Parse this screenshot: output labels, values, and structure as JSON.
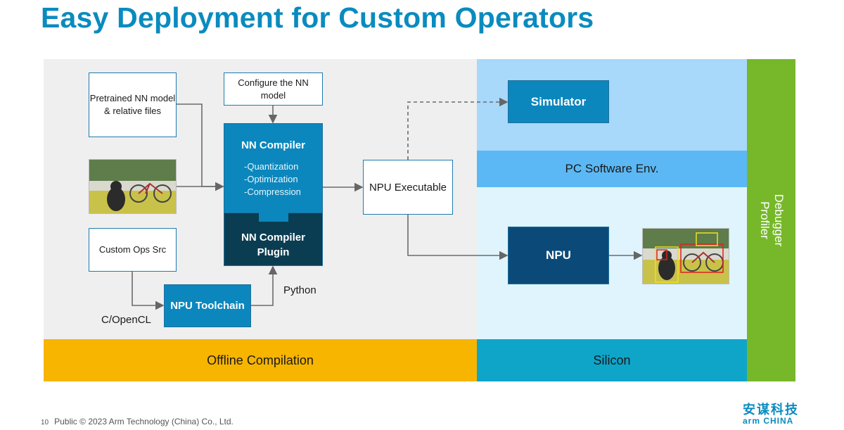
{
  "title": "Easy Deployment for Custom Operators",
  "boxes": {
    "pretrained": "Pretrained NN model & relative files",
    "configure": "Configure the NN model",
    "custom_ops": "Custom Ops Src",
    "npu_executable": "NPU Executable"
  },
  "compiler": {
    "title": "NN Compiler",
    "steps": [
      "-Quantization",
      "-Optimization",
      "-Compression"
    ],
    "plugin": "NN Compiler Plugin"
  },
  "toolchain": "NPU Toolchain",
  "labels": {
    "python": "Python",
    "copencl": "C/OpenCL"
  },
  "simulator": "Simulator",
  "pc_env": "PC Software Env.",
  "npu": "NPU",
  "debugger": {
    "line1": "Debugger",
    "line2": "Profiler"
  },
  "bands": {
    "offline": "Offline Compilation",
    "silicon": "Silicon"
  },
  "footer": {
    "page": "10",
    "text": "Public © 2023 Arm Technology (China) Co., Ltd."
  },
  "logo": {
    "cn": "安谋科技",
    "en": "arm CHINA"
  },
  "colors": {
    "title": "#0a8bbf",
    "compiler": "#0b87bd",
    "plugin": "#0b3d52",
    "npu": "#0b4a78",
    "offline": "#f7b500",
    "silicon": "#0ea5c8",
    "debugger": "#76b82a"
  }
}
